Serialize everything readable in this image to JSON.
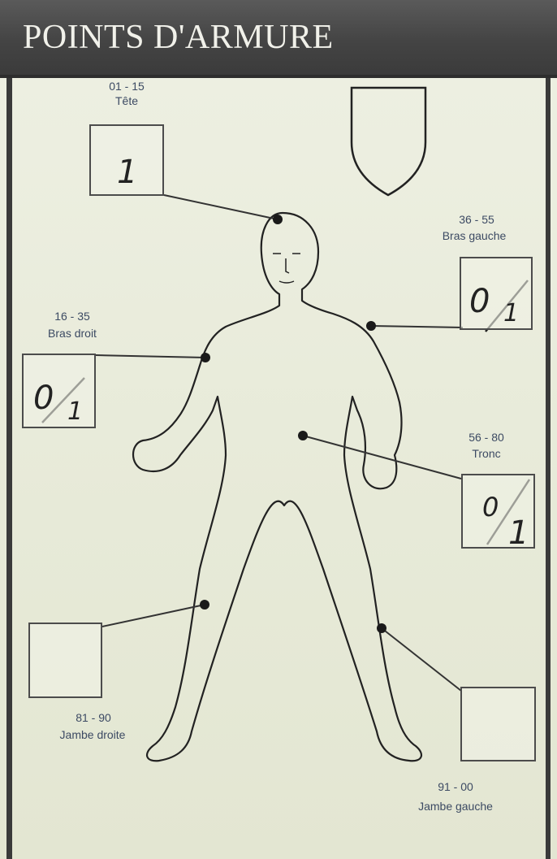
{
  "title": "POINTS D'ARMURE",
  "locations": [
    {
      "id": "head",
      "range": "01 - 15",
      "name": "Tête",
      "armor": "1",
      "wounds": ""
    },
    {
      "id": "left-arm",
      "range": "36 - 55",
      "name": "Bras gauche",
      "armor": "0",
      "wounds": "1"
    },
    {
      "id": "right-arm",
      "range": "16 - 35",
      "name": "Bras droit",
      "armor": "0",
      "wounds": "1"
    },
    {
      "id": "torso",
      "range": "56 - 80",
      "name": "Tronc",
      "armor": "0",
      "wounds": "1"
    },
    {
      "id": "right-leg",
      "range": "81 - 90",
      "name": "Jambe droite",
      "armor": "",
      "wounds": ""
    },
    {
      "id": "left-leg",
      "range": "91 - 00",
      "name": "Jambe gauche",
      "armor": "",
      "wounds": ""
    }
  ],
  "colors": {
    "banner": "#444444",
    "ink": "#3c4a63",
    "line": "#222222"
  }
}
